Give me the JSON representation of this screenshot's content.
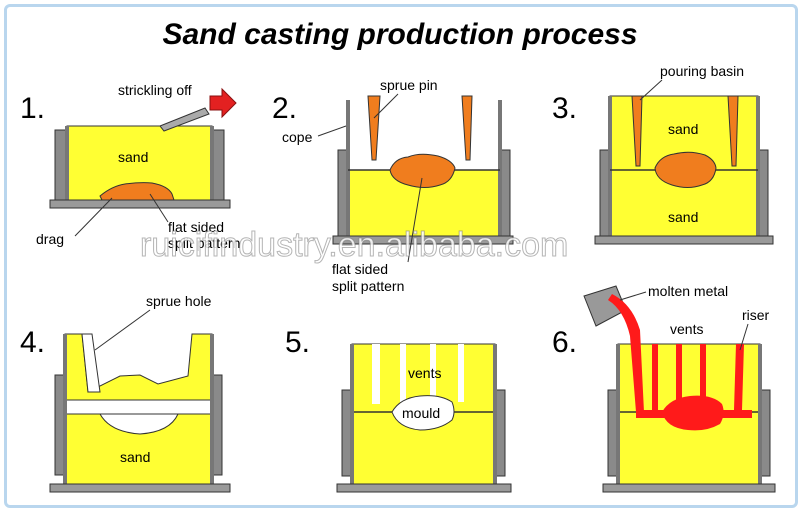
{
  "title": "Sand casting production process",
  "steps": [
    {
      "number": "1.",
      "labels": {
        "strickling": "strickling off",
        "sand": "sand",
        "drag": "drag",
        "pattern_1": "flat sided",
        "pattern_2": "split pattern"
      }
    },
    {
      "number": "2.",
      "labels": {
        "sprue_pin": "sprue pin",
        "cope": "cope",
        "pattern_1": "flat sided",
        "pattern_2": "split pattern"
      }
    },
    {
      "number": "3.",
      "labels": {
        "pouring_basin": "pouring basin",
        "sand_top": "sand",
        "sand_bottom": "sand"
      }
    },
    {
      "number": "4.",
      "labels": {
        "sprue_hole": "sprue hole",
        "sand": "sand"
      }
    },
    {
      "number": "5.",
      "labels": {
        "vents": "vents",
        "mould": "mould"
      }
    },
    {
      "number": "6.",
      "labels": {
        "molten_metal": "molten metal",
        "vents": "vents",
        "riser": "riser"
      }
    }
  ],
  "watermark": "ruicifindustry.en.alibaba.com",
  "colors": {
    "sand": "#ffff33",
    "pattern": "#f07d1e",
    "molten": "#ff1a1a",
    "flask": "#8a8a8a",
    "arrow": "#e32121"
  }
}
